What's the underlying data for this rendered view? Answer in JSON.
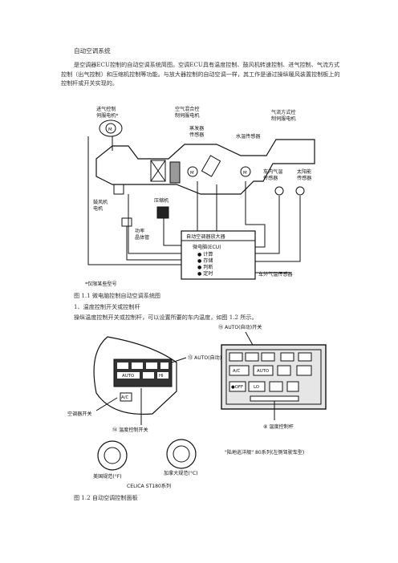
{
  "doc": {
    "heading": "自动空调系统",
    "intro": "是空调器ECU控制的自动空调系统简图。空调ECU具有温度控制、鼓风机转速控制、进气控制、气流方式控制（出气控制）和压缩机控制等功能。与放大器控制的自动空调一样，其工作是通过操纵暖风装置控制板上的控制杆或开关实现的。",
    "fig1_caption": "图 1.1    微电脑控制自动空调系统图",
    "section1": "1、温度控制开关或控制杆",
    "section1_body": "操纵温度控制开关或控制杆，可以设置所要的车内温度，如图 1.2 所示。",
    "fig2_caption": "图 1.2    自动空调控制面板"
  },
  "fig1": {
    "intake_servo": [
      "进气控制",
      "伺服电机*"
    ],
    "mix_servo": [
      "空气混合控",
      "制伺服电机"
    ],
    "mode_servo": [
      "气流方式控",
      "制伺服电机"
    ],
    "evap_sensor": [
      "蒸发器",
      "传感器"
    ],
    "water_sensor": "水温传感器",
    "cabin_sensor": [
      "车内气温",
      "传感器"
    ],
    "solar_sensor": [
      "太阳能",
      "传感器"
    ],
    "blower": [
      "鼓风机",
      "电机"
    ],
    "compressor": "压缩机",
    "power_transistor": [
      "功率",
      "晶体管"
    ],
    "amplifier": "自动空调器放大器",
    "ecu_title": "微电脑(ECU)",
    "ecu_items": [
      "● 计算",
      "● 存储",
      "● 判断",
      "● 定时"
    ],
    "outside_sensor": "车外气温传感器",
    "note": "*仅限某些型号"
  },
  "fig2": {
    "auto_switch_right": "⑮ AUTO(自动)开关",
    "auto_switch_left": "⑬ AUTO(自动)开关",
    "ac_switch": "空调器开关",
    "temp_switch": "⑭ 温度控制开关",
    "temp_lever": "⑧ 温度控制杆",
    "dial_f": "美国规范(°F)",
    "dial_c": "加拿大规范(°C)",
    "model_left": "CELICA ST180系列",
    "model_right": "\"陆地巡洋舰\" 80系列(左侧驾驶车型)",
    "btn_auto": "AUTO",
    "btn_ac": "A/C",
    "btn_off": "●OFF",
    "btn_lo": "LO",
    "btn_hi": "HI"
  }
}
